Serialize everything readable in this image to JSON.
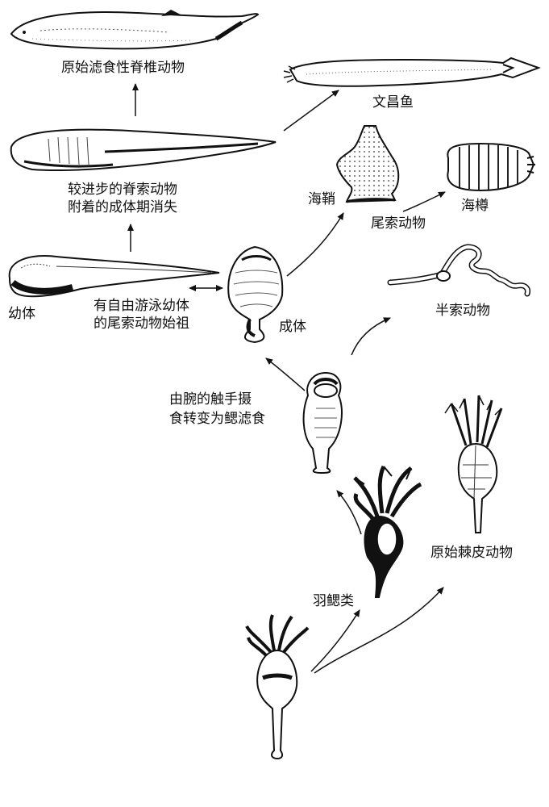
{
  "labels": {
    "primitive_filter_vertebrate": "原始滤食性脊椎动物",
    "amphioxus": "文昌鱼",
    "advanced_chordate_line1": "较进步的脊索动物",
    "advanced_chordate_line2": "附着的成体期消失",
    "sea_squirt": "海鞘",
    "salp": "海樽",
    "urochordate": "尾索动物",
    "larva": "幼体",
    "ancestor_line1": "有自由游泳幼体",
    "ancestor_line2": "的尾索动物始祖",
    "adult": "成体",
    "hemichordate": "半索动物",
    "feeding_change_line1": "由腕的触手摄",
    "feeding_change_line2": "食转变为鳃滤食",
    "primitive_echinoderm": "原始棘皮动物",
    "pterobranch": "羽鳃类"
  }
}
